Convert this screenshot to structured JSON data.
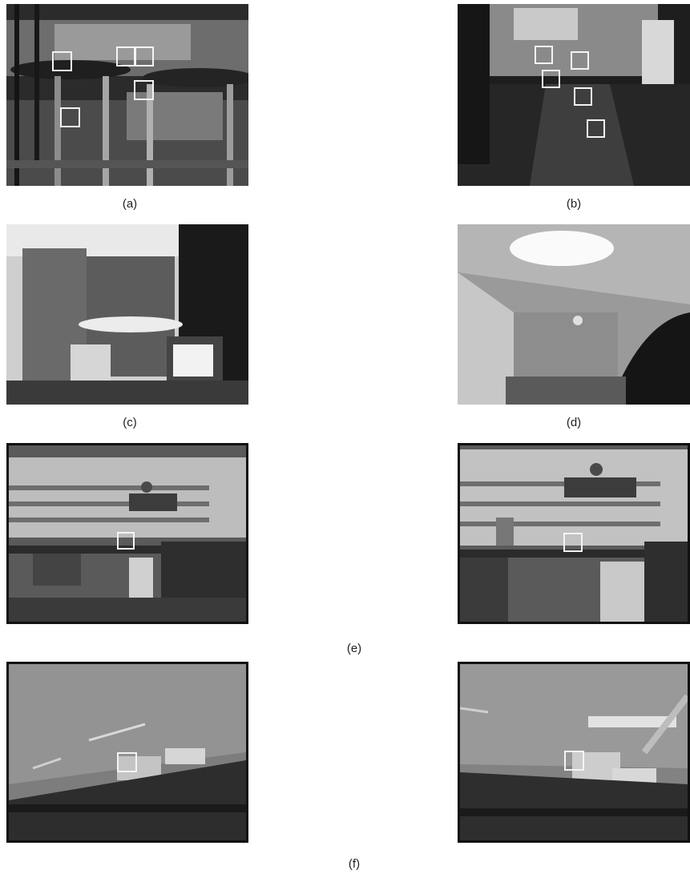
{
  "captions": {
    "a": "(a)",
    "b": "(b)",
    "c": "(c)",
    "d": "(d)",
    "e": "(e)",
    "f": "(f)"
  }
}
